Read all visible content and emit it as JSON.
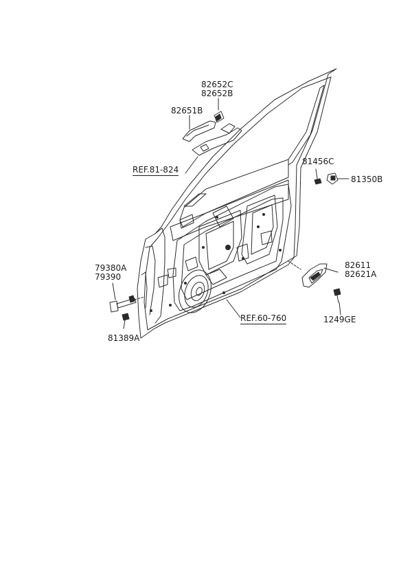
{
  "labels": {
    "p82652c": "82652C",
    "p82652b": "82652B",
    "p82651b": "82651B",
    "ref81": "REF.81-824",
    "p81456c": "81456C",
    "p81350b": "81350B",
    "p79380a": "79380A",
    "p79390": "79390",
    "p81389a": "81389A",
    "p82611": "82611",
    "p82621a": "82621A",
    "p1249ge": "1249GE",
    "ref60": "REF.60-760"
  }
}
